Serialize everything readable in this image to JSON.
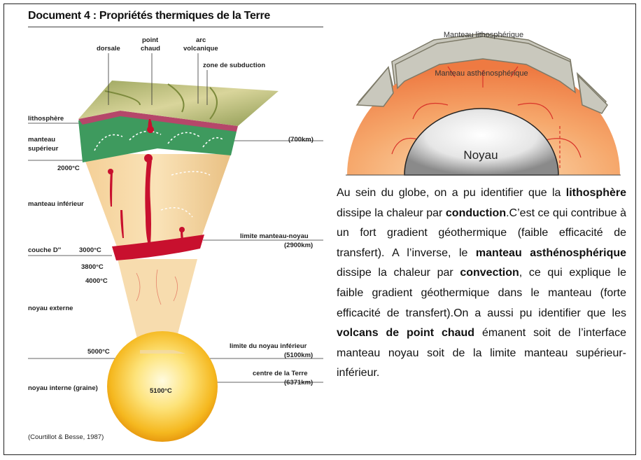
{
  "document": {
    "title": "Document 4 : Propriétés thermiques de la Terre",
    "source": "(Courtillot & Besse, 1987)"
  },
  "left_figure": {
    "top_labels": {
      "dorsale": "dorsale",
      "point_chaud_1": "point",
      "point_chaud_2": "chaud",
      "arc_1": "arc",
      "arc_2": "volcanique",
      "subduction": "zone de subduction"
    },
    "left_labels": {
      "lithosphere": "lithosphère",
      "manteau_sup_1": "manteau",
      "manteau_sup_2": "supérieur",
      "manteau_inf": "manteau inférieur",
      "couche_d": "couche D''",
      "noyau_externe": "noyau externe",
      "noyau_interne": "noyau interne (graine)"
    },
    "temperatures": {
      "t2000": "2000°C",
      "t3000": "3000°C",
      "t3800": "3800°C",
      "t4000": "4000°C",
      "t5000": "5000°C",
      "t5100": "5100°C"
    },
    "right_labels": {
      "depth_700": "(700km)",
      "limite_mn_1": "limite manteau-noyau",
      "limite_mn_2": "(2900km)",
      "limite_ni_1": "limite du noyau inférieur",
      "limite_ni_2": "(5100km)",
      "centre_1": "centre de la Terre",
      "centre_2": "(6371km)"
    }
  },
  "right_figure": {
    "label_litho": "Manteau lithosphérique",
    "label_astheno": "Manteau asthénosphérique",
    "label_noyau": "Noyau"
  },
  "paragraph": {
    "s1": "Au sein du globe, on a pu identifier que la ",
    "b1": "lithosphère",
    "s2": " dissipe la chaleur par ",
    "b2": "conduction",
    "s3": ".C’est ce qui contribue à un fort gradient géothermique (faible efficacité de transfert). A l’inverse, le ",
    "b3": "manteau asthénosphérique",
    "s4": " dissipe la chaleur par ",
    "b4": "convection",
    "s5": ", ce qui explique le faible gradient géothermique dans le manteau (forte efficacité de transfert).On a aussi pu identifier que les ",
    "b5": "volcans de point chaud",
    "s6": " émanent soit de l’interface manteau noyau soit de la limite manteau supérieur-inférieur."
  },
  "colors": {
    "lithosphere": "#c9c79a",
    "upper_mantle": "#3e9a5e",
    "lower_mantle": "#f6d8a4",
    "outer_core": "#f7dcae",
    "d_layer": "#c8102e",
    "inner_core": "#f6c531",
    "astheno": "#f08a50"
  }
}
